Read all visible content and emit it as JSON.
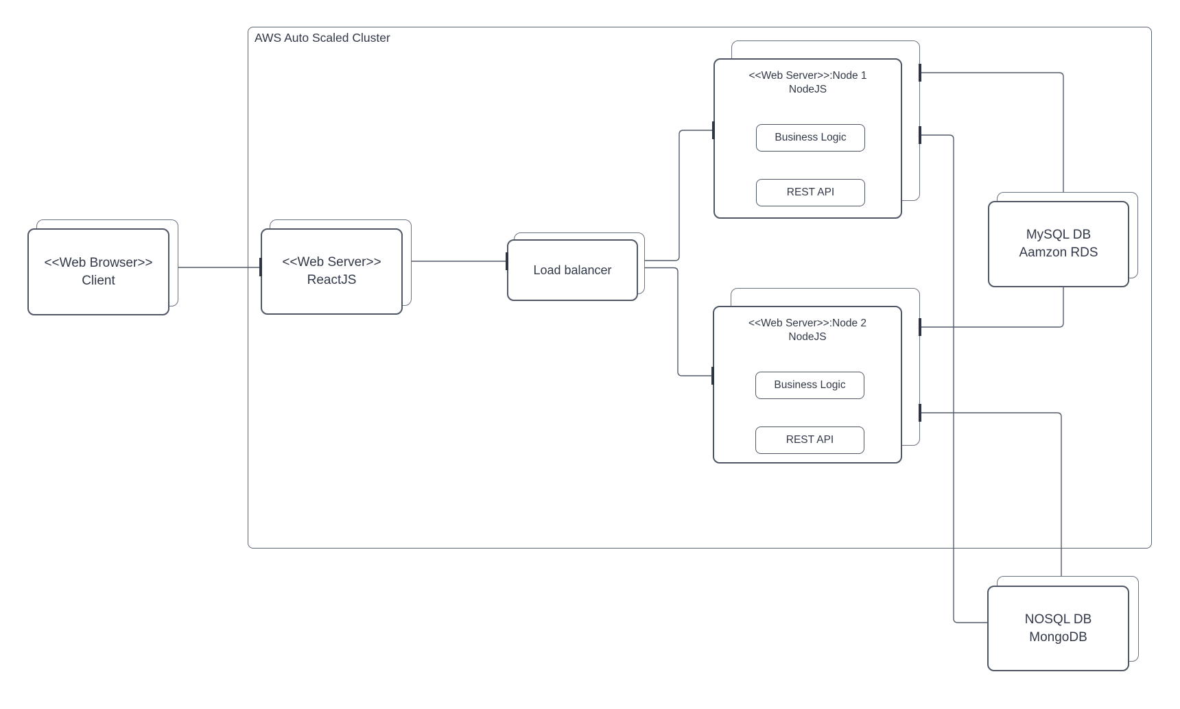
{
  "diagram": {
    "container_label": "AWS Auto Scaled Cluster",
    "colors": {
      "background": "#ffffff",
      "stroke": "#525a69",
      "box_border": "#4e5565",
      "text": "#313847"
    }
  },
  "boxes": {
    "client": {
      "stereotype": "<<Web Browser>>",
      "name": "Client"
    },
    "react": {
      "stereotype": "<<Web Server>>",
      "name": "ReactJS"
    },
    "load_balancer": {
      "label": "Load balancer"
    },
    "node1": {
      "title": "<<Web Server>>:Node 1",
      "subtitle": "NodeJS",
      "business_logic_label": "Business Logic",
      "rest_api_label": "REST API"
    },
    "node2": {
      "title": "<<Web Server>>:Node 2",
      "subtitle": "NodeJS",
      "business_logic_label": "Business Logic",
      "rest_api_label": "REST API"
    },
    "mysql": {
      "line1": "MySQL DB",
      "line2": "Aamzon RDS"
    },
    "nosql": {
      "line1": "NOSQL DB",
      "line2": "MongoDB"
    }
  }
}
